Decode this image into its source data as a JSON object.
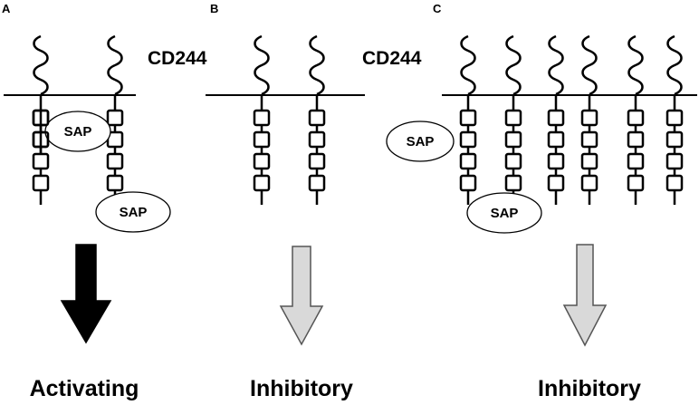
{
  "panels": [
    {
      "letter": "A",
      "receptor_label": "CD244",
      "sap_labels": [
        "SAP",
        "SAP"
      ],
      "outcome": "Activating",
      "arrow_fill": "#000000"
    },
    {
      "letter": "B",
      "receptor_label": "CD244",
      "sap_labels": [],
      "outcome": "Inhibitory",
      "arrow_fill": "#d9d9d9"
    },
    {
      "letter": "C",
      "receptor_label": "",
      "sap_labels": [
        "SAP",
        "SAP"
      ],
      "outcome": "Inhibitory",
      "arrow_fill": "#d9d9d9"
    }
  ]
}
